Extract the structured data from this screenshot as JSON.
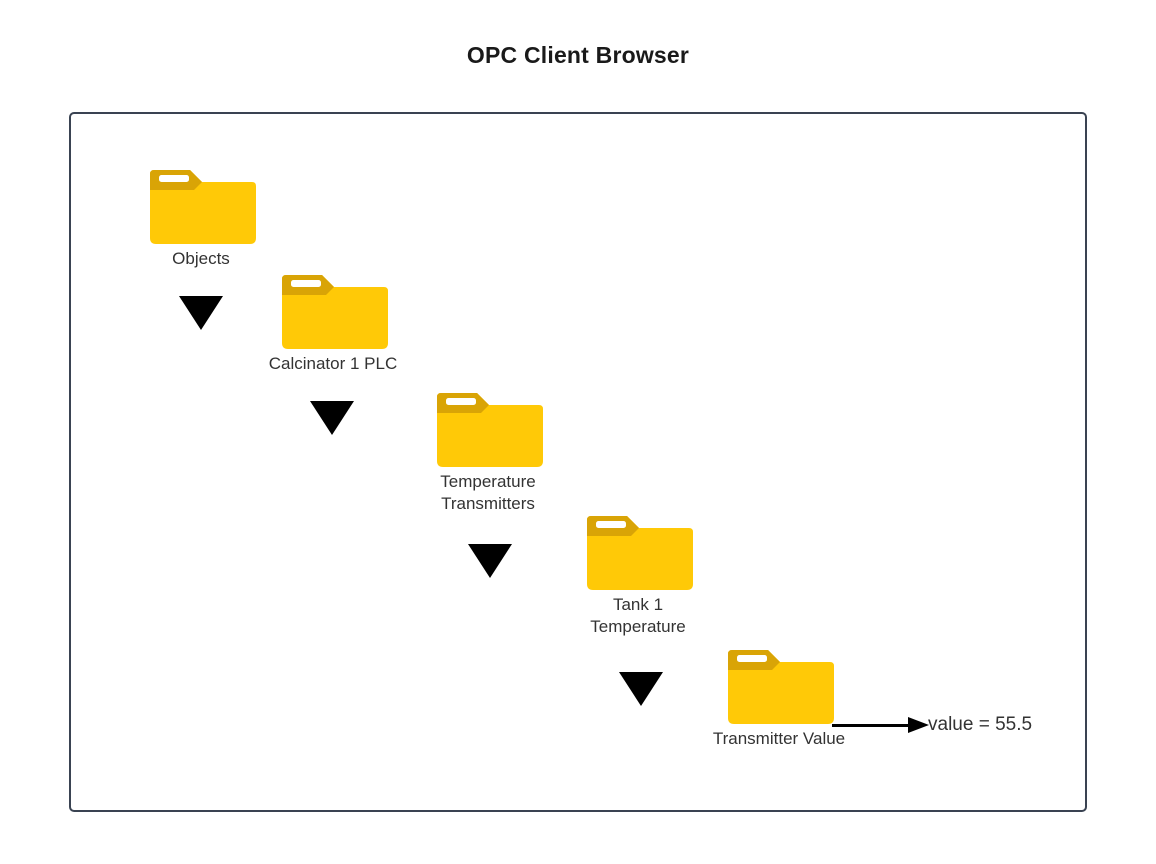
{
  "page": {
    "title": "OPC Client Browser",
    "background_color": "#ffffff"
  },
  "frame": {
    "border_color": "#3a4352"
  },
  "palette": {
    "folder_body": "#ffc907",
    "folder_tab": "#d9a406",
    "folder_slot": "#ffffff",
    "arrow_color": "#000000",
    "label_color": "#333333",
    "title_color": "#1a1a1a"
  },
  "tree": {
    "nodes": [
      {
        "id": "objects",
        "label": "Objects",
        "icon": "folder-icon"
      },
      {
        "id": "calcinator-1-plc",
        "label": "Calcinator 1 PLC",
        "icon": "folder-icon"
      },
      {
        "id": "temperature-transmitters",
        "label": "Temperature\nTransmitters",
        "icon": "folder-icon"
      },
      {
        "id": "tank-1-temperature",
        "label": "Tank 1\nTemperature",
        "icon": "folder-icon"
      },
      {
        "id": "transmitter-value",
        "label": "Transmitter Value",
        "icon": "folder-icon"
      }
    ],
    "connectors": [
      {
        "from": "objects",
        "to": "calcinator-1-plc",
        "icon": "arrow-down-icon"
      },
      {
        "from": "calcinator-1-plc",
        "to": "temperature-transmitters",
        "icon": "arrow-down-icon"
      },
      {
        "from": "temperature-transmitters",
        "to": "tank-1-temperature",
        "icon": "arrow-down-icon"
      },
      {
        "from": "tank-1-temperature",
        "to": "transmitter-value",
        "icon": "arrow-down-icon"
      }
    ]
  },
  "annotation": {
    "value_label": "value = 55.5",
    "arrow_icon": "arrow-right-icon"
  }
}
